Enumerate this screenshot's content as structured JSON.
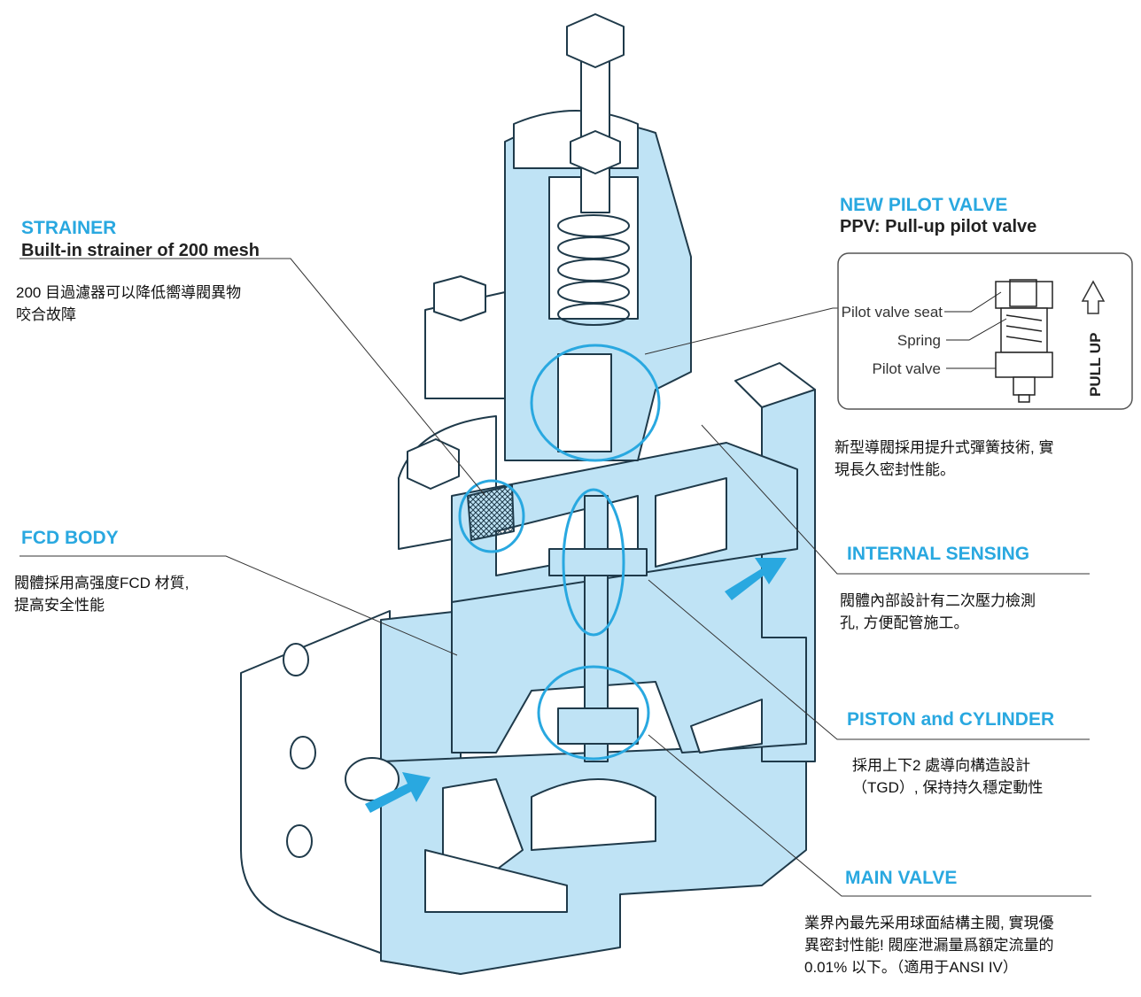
{
  "colors": {
    "accent": "#29a8e0",
    "body_fill": "#bfe3f5",
    "outline": "#1f3a4a",
    "arrow": "#29a8e0"
  },
  "strainer": {
    "title": "STRAINER",
    "subtitle": "Built-in strainer of 200 mesh",
    "desc_lines": [
      "200 目過濾器可以降低嚮導閥異物",
      "咬合故障"
    ]
  },
  "fcd_body": {
    "title": "FCD BODY",
    "desc_lines": [
      "閥體採用高强度FCD 材質,",
      "提高安全性能"
    ]
  },
  "new_pilot_valve": {
    "title": "NEW PILOT VALVE",
    "subtitle": "PPV: Pull-up pilot valve",
    "inset": {
      "seat_label": "Pilot valve seat",
      "spring_label": "Spring",
      "valve_label": "Pilot valve",
      "pull_up_label": "PULL UP"
    },
    "desc_lines": [
      "新型導閥採用提升式彈簧技術, 實",
      "現長久密封性能。"
    ]
  },
  "internal_sensing": {
    "title": "INTERNAL SENSING",
    "desc_lines": [
      "閥體內部設計有二次壓力檢測",
      "孔, 方便配管施工。"
    ]
  },
  "piston_cylinder": {
    "title": "PISTON and CYLINDER",
    "desc_lines": [
      "採用上下2 處導向構造設計",
      "（TGD）, 保持持久穩定動性"
    ]
  },
  "main_valve": {
    "title": "MAIN VALVE",
    "desc_lines": [
      "業界內最先采用球面結構主閥, 實現優",
      "異密封性能! 閥座泄漏量爲額定流量的",
      "0.01% 以下。（適用于ANSI IV）"
    ]
  }
}
